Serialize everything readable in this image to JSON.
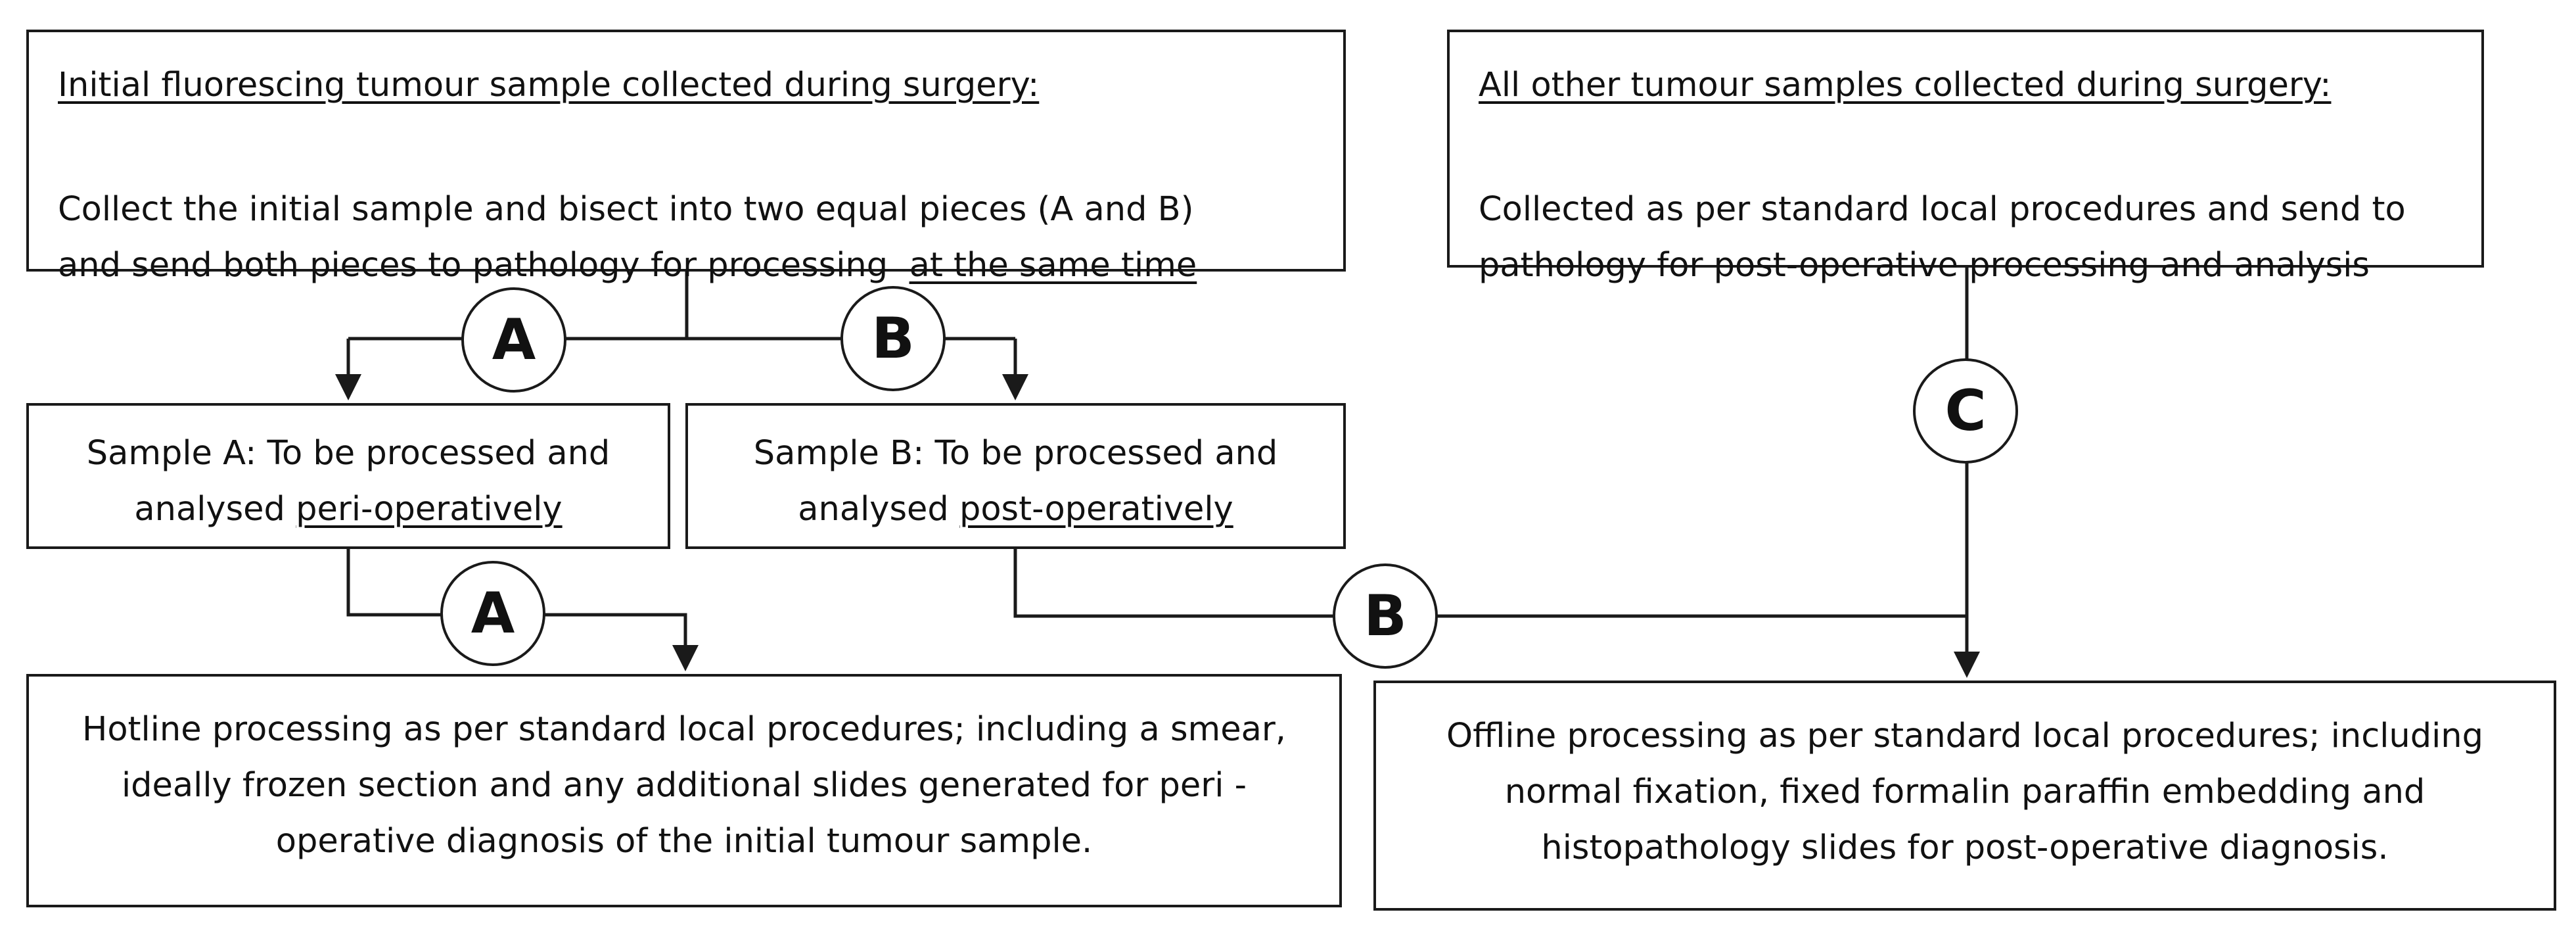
{
  "top_left": {
    "heading": "Initial fluorescing tumour sample collected during surgery:",
    "line1": "Collect the initial sample and bisect into two equal pieces (A and B)",
    "line2_prefix": "and send both pieces to pathology for processing",
    "line2_emphasis": "at the same time"
  },
  "top_right": {
    "heading": "All other tumour samples collected during surgery:",
    "line1": "Collected as per standard local procedures and send to",
    "line2": "pathology for post-operative processing and analysis"
  },
  "sample_a": {
    "line1": "Sample A: To be processed and",
    "line2_prefix": "analysed",
    "line2_emphasis": "peri-operatively"
  },
  "sample_b": {
    "line1": "Sample B: To be processed and",
    "line2_prefix": "analysed",
    "line2_emphasis": "post-operatively"
  },
  "hotline": {
    "line1": "Hotline processing as per standard local procedures; including a smear,",
    "line2": "ideally frozen section and any additional slides generated for peri -",
    "line3": "operative diagnosis of the initial tumour sample."
  },
  "offline": {
    "line1": "Offline processing as per standard local procedures; including",
    "line2": "normal fixation, fixed formalin paraffin embedding and",
    "line3": "histopathology slides for post-operative diagnosis."
  },
  "labels": {
    "a_top": "A",
    "b_top": "B",
    "c": "C",
    "a_bottom": "A",
    "b_bottom": "B"
  }
}
